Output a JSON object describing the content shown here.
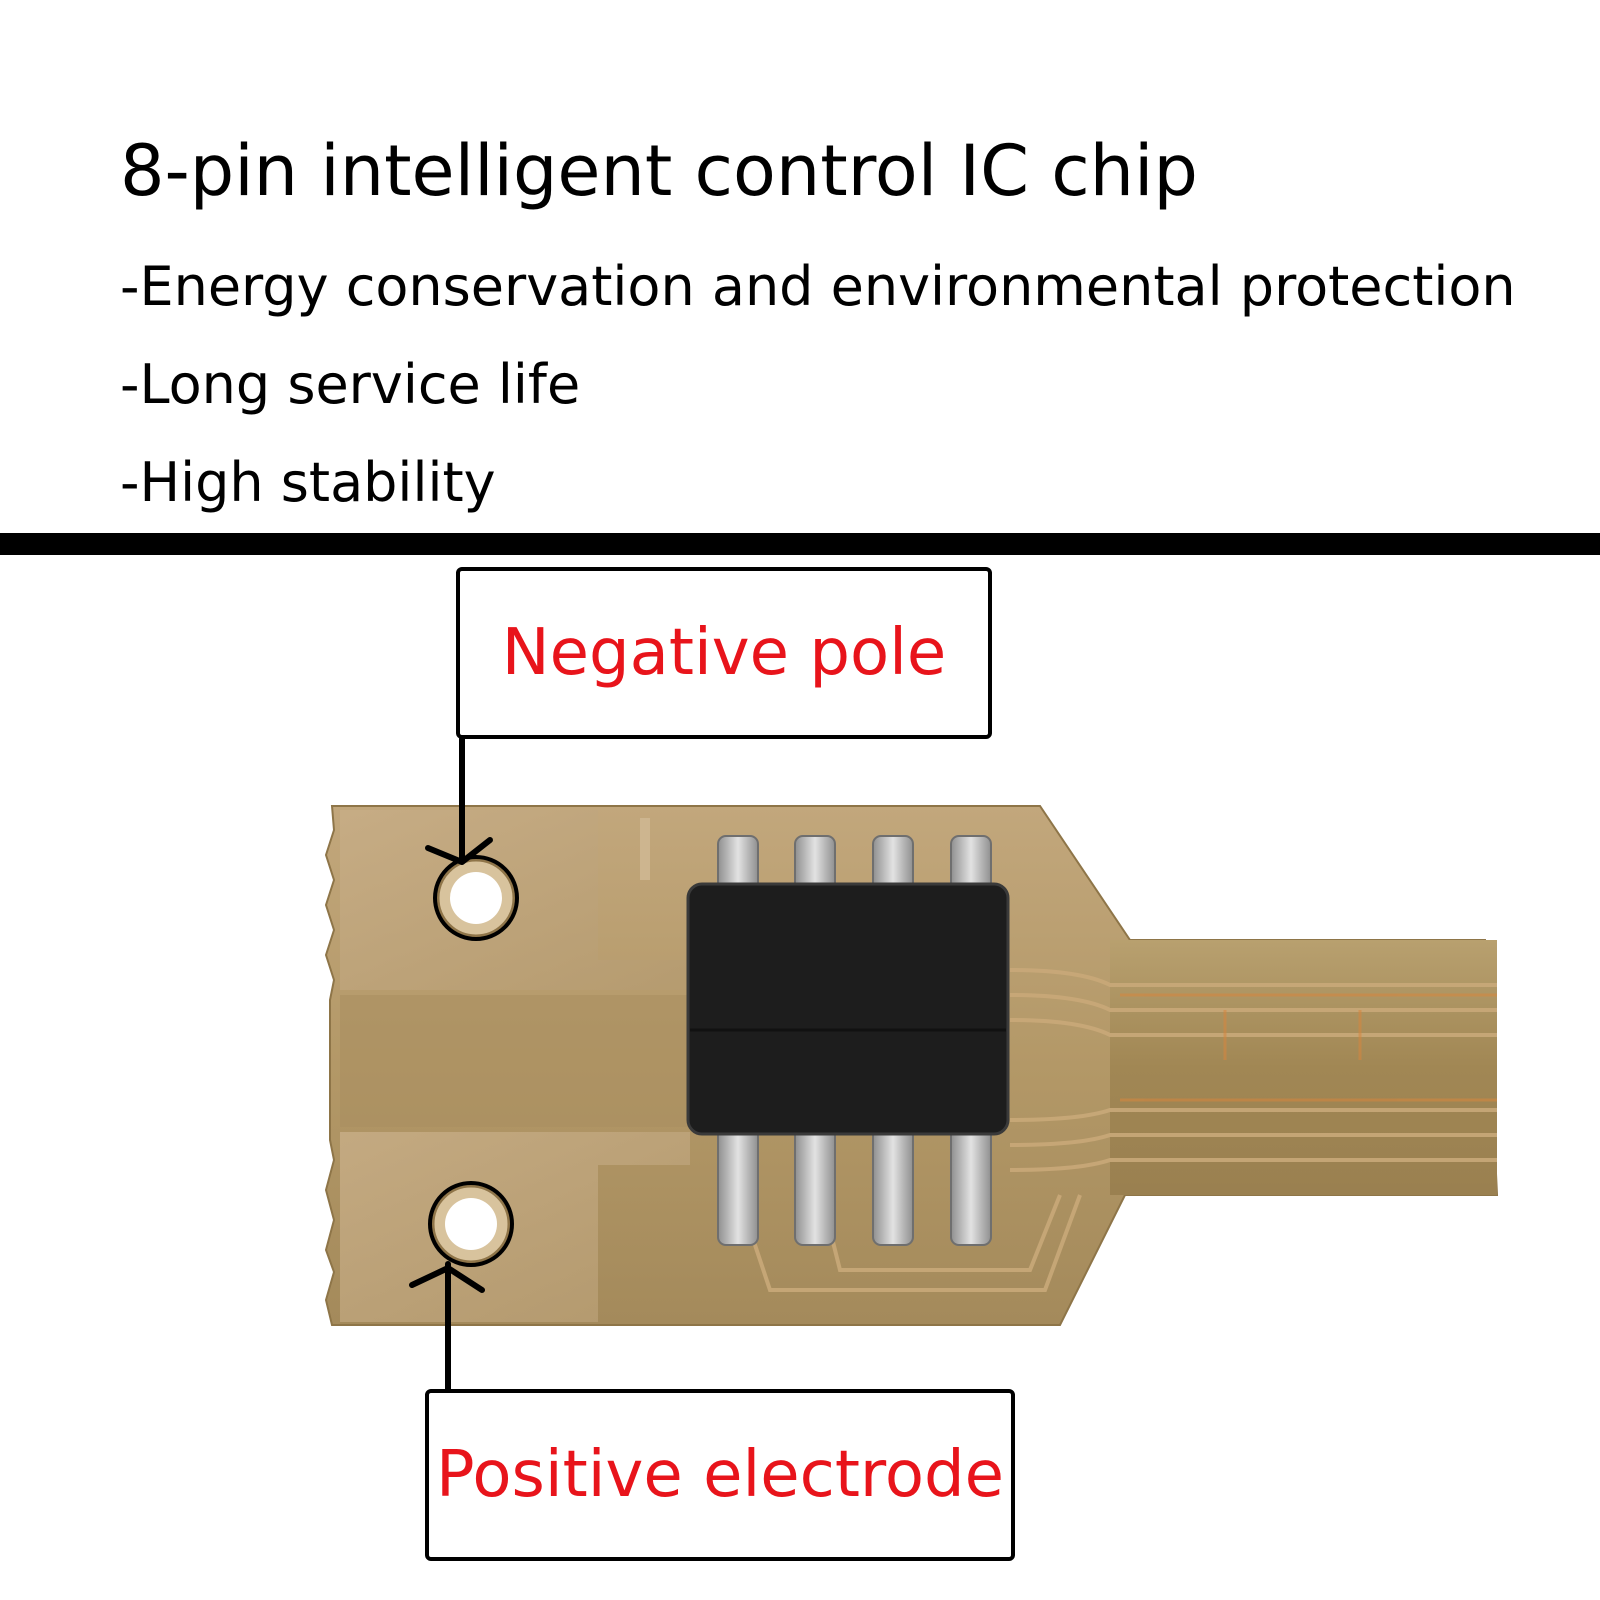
{
  "header": {
    "title": "8-pin intelligent control IC chip",
    "features": [
      "-Energy conservation and environmental protection",
      "-Long service life",
      "-High stability"
    ]
  },
  "labels": {
    "negative": "Negative pole",
    "positive": "Positive electrode"
  },
  "colors": {
    "label_text": "#e8141b",
    "board": "#b0956a",
    "chip": "#1d1d1d",
    "pin": "#b4b4b4",
    "trace": "#d7863e"
  }
}
